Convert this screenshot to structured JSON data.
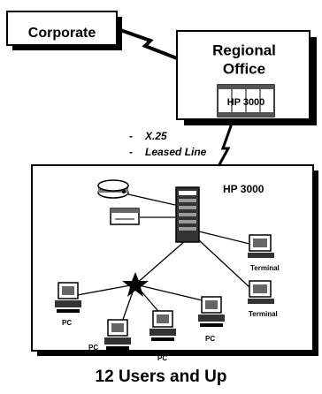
{
  "nodes": {
    "corporate": "Corporate",
    "regional_office_line1": "Regional",
    "regional_office_line2": "Office",
    "regional_hp3000": "HP 3000",
    "site_hp3000": "HP 3000"
  },
  "links": {
    "option_x25": "X.25",
    "option_leased": "Leased Line",
    "dash": "-"
  },
  "devices": {
    "terminal_1": "Terminal",
    "terminal_2": "Terminal",
    "pc_1": "PC",
    "pc_2": "PC",
    "pc_3": "PC",
    "pc_4": "PC"
  },
  "caption": "12 Users and Up"
}
